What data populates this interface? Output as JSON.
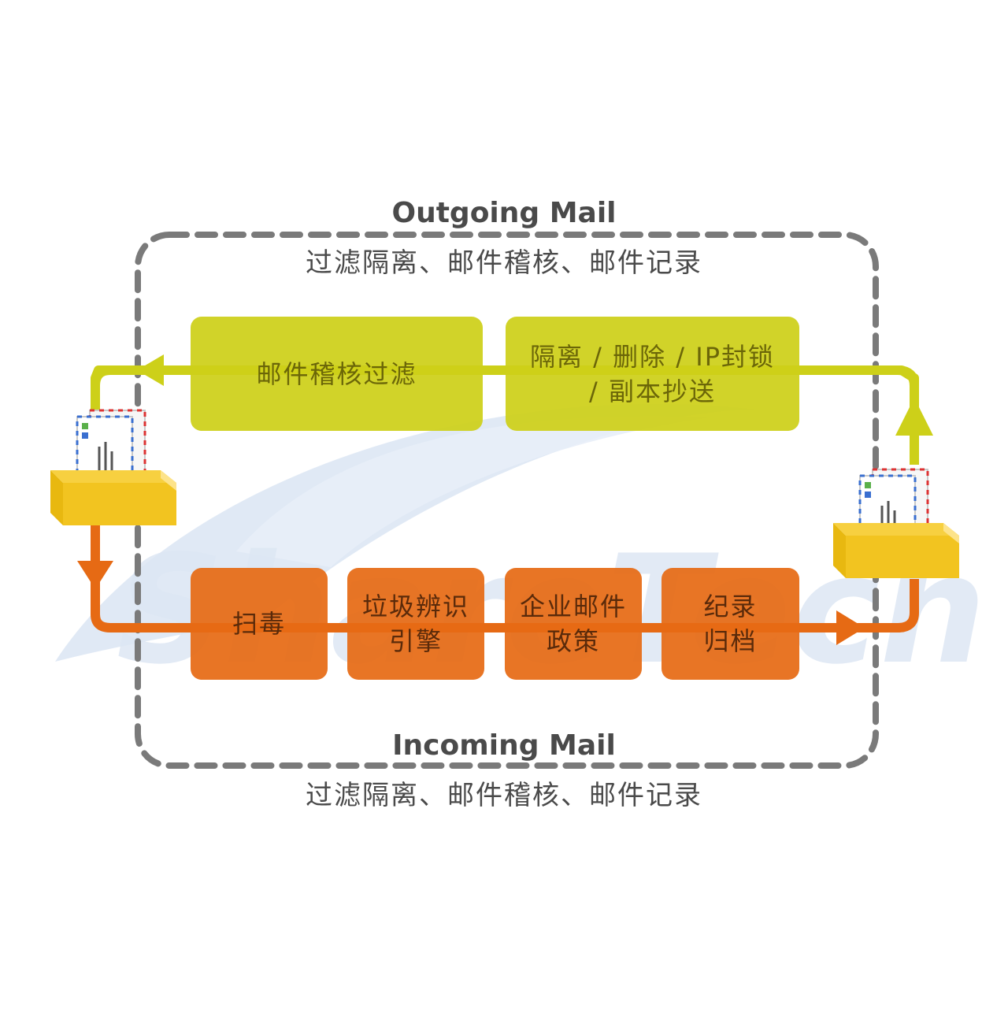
{
  "watermark": {
    "text": "ShareTech"
  },
  "outgoing": {
    "title": "Outgoing Mail",
    "subtitle": "过滤隔离、邮件稽核、邮件记录",
    "steps": [
      {
        "lines": [
          "邮件稽核过滤"
        ]
      },
      {
        "lines": [
          "隔离 / 删除 / IP封锁",
          "/ 副本抄送"
        ]
      }
    ]
  },
  "incoming": {
    "title": "Incoming Mail",
    "subtitle": "过滤隔离、邮件稽核、邮件记录",
    "steps": [
      {
        "lines": [
          "扫毒"
        ]
      },
      {
        "lines": [
          "垃圾辨识",
          "引擎"
        ]
      },
      {
        "lines": [
          "企业邮件",
          "政策"
        ]
      },
      {
        "lines": [
          "纪录",
          "归档"
        ]
      }
    ]
  },
  "icons": [
    "mailbox-tray-icon",
    "mailbox-tray-icon",
    "arrow-left-icon",
    "arrow-up-icon",
    "arrow-down-icon",
    "arrow-right-icon"
  ],
  "colors": {
    "outgoing": "#cdd019",
    "outgoing_text": "#6b6608",
    "incoming": "#e66a14",
    "incoming_text": "#5a2a0a",
    "border": "#7a7a7a",
    "watermark": "#dde7f4",
    "title": "#4a4a4a"
  }
}
